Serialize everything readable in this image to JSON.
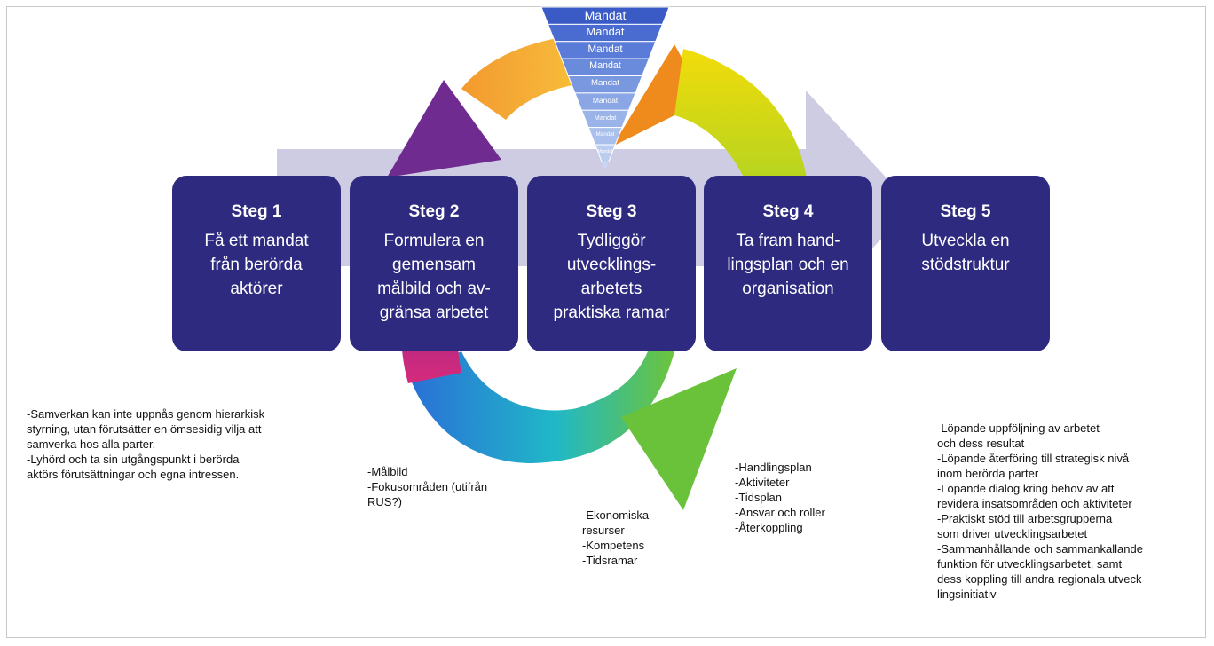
{
  "funnel": {
    "label": "Mandat",
    "colors": [
      "#3a5bc6",
      "#4a6cd0",
      "#5a7cd8",
      "#6a8adc",
      "#7a98e0",
      "#8aa6e4",
      "#9ab3e8",
      "#aac0ec",
      "#bacdf0"
    ]
  },
  "colors": {
    "box": "#2e2a80",
    "arrow_band": "#c9c7e0",
    "cycle": [
      "#f5a623",
      "#f2d900",
      "#9fcf2a",
      "#23b7c9",
      "#2a7bd6",
      "#7b2a8a",
      "#d4257a"
    ]
  },
  "steps": [
    {
      "title": "Steg 1",
      "lines": [
        "Få ett mandat",
        "från berörda",
        "aktörer"
      ]
    },
    {
      "title": "Steg 2",
      "lines": [
        "Formulera en",
        "gemensam",
        "målbild och av-",
        "gränsa arbetet"
      ]
    },
    {
      "title": "Steg 3",
      "lines": [
        "Tydliggör",
        "utvecklings-",
        "arbetets",
        "praktiska ramar"
      ]
    },
    {
      "title": "Steg 4",
      "lines": [
        "Ta fram hand-",
        "lingsplan och en",
        "organisation"
      ]
    },
    {
      "title": "Steg 5",
      "lines": [
        "Utveckla en",
        "stödstruktur"
      ]
    }
  ],
  "notes": {
    "step1": [
      "-Samverkan kan inte uppnås genom hierarkisk",
      "styrning, utan förutsätter en ömsesidig vilja att",
      "samverka hos alla parter.",
      "-Lyhörd och ta sin utgångspunkt i berörda",
      "aktörs förutsättningar och egna intressen."
    ],
    "step2": [
      "-Målbild",
      "-Fokusområden (utifrån",
      "RUS?)"
    ],
    "step3": [
      "-Ekonomiska",
      "resurser",
      "-Kompetens",
      "-Tidsramar"
    ],
    "step4": [
      "-Handlingsplan",
      "-Aktiviteter",
      "-Tidsplan",
      "-Ansvar och roller",
      "-Återkoppling"
    ],
    "step5": [
      "-Löpande uppföljning av arbetet",
      "och dess resultat",
      "-Löpande återföring till strategisk nivå",
      "inom berörda parter",
      "-Löpande dialog kring behov av att",
      "revidera insatsområden och aktiviteter",
      "-Praktiskt stöd till arbetsgrupperna",
      "som driver utvecklingsarbetet",
      "-Sammanhållande och sammankallande",
      "funktion för utvecklingsarbetet, samt",
      "dess koppling till andra regionala utveck",
      "lingsinitiativ"
    ]
  }
}
